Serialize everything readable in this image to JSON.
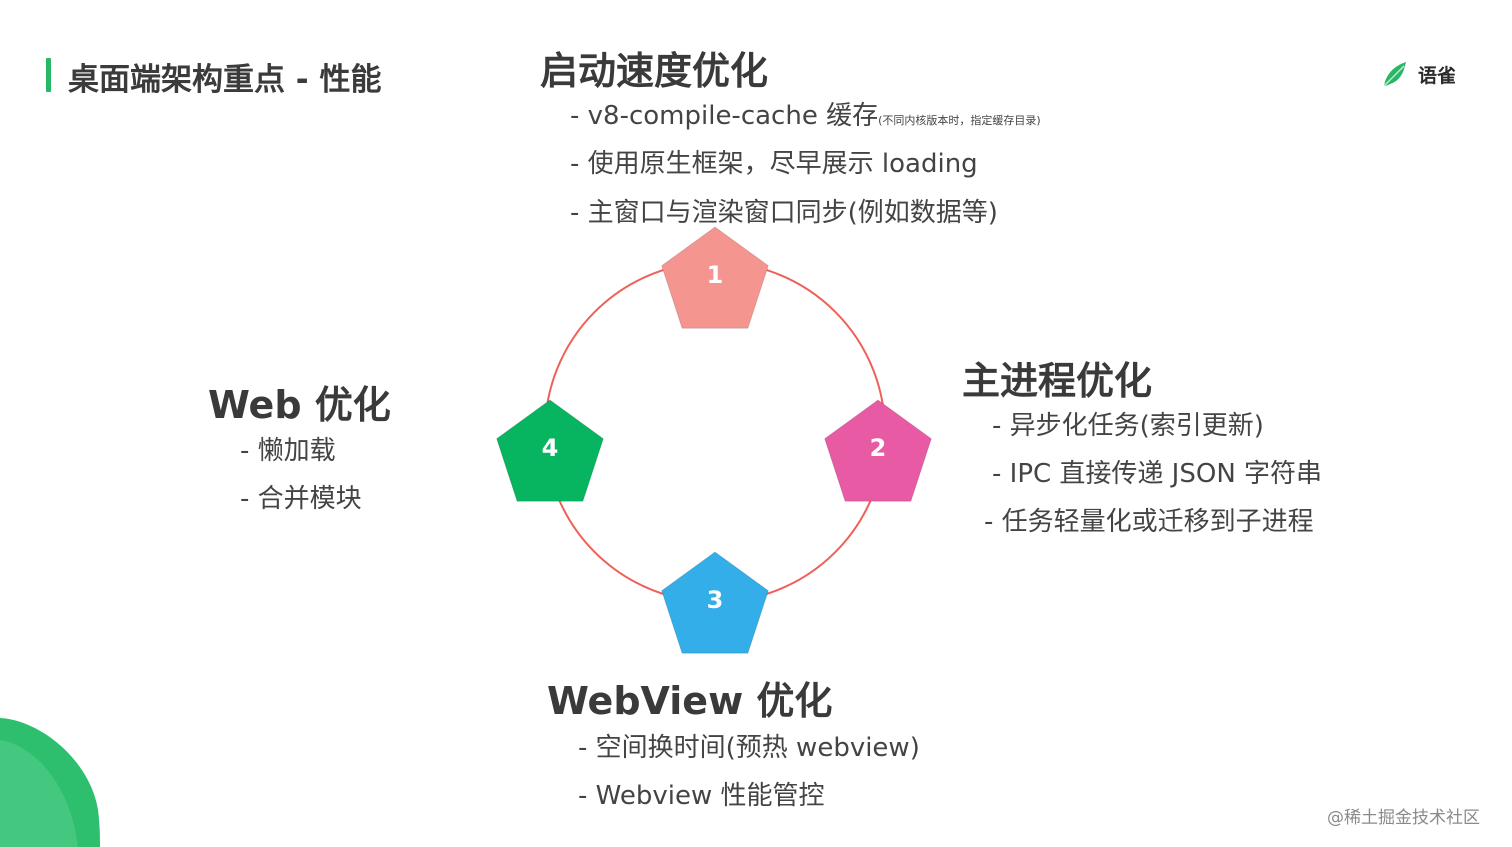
{
  "page_title": "桌面端架构重点 - 性能",
  "brand": {
    "name": "语雀",
    "logo_icon": "yuque-leaf-icon",
    "logo_color": "#27b766"
  },
  "sections": {
    "startup": {
      "heading": "启动速度优化",
      "items": [
        {
          "text": "- v8-compile-cache 缓存",
          "note": "(不同内核版本时，指定缓存目录)"
        },
        {
          "text": "- 使用原生框架，尽早展示 loading"
        },
        {
          "text": "- 主窗口与渲染窗口同步(例如数据等)"
        }
      ]
    },
    "main_process": {
      "heading": "主进程优化",
      "items": [
        {
          "text": "- 异步化任务(索引更新)"
        },
        {
          "text": "- IPC 直接传递 JSON 字符串"
        },
        {
          "text": "- 任务轻量化或迁移到子进程"
        }
      ]
    },
    "webview": {
      "heading": "WebView 优化",
      "items": [
        {
          "text": "- 空间换时间(预热 webview)"
        },
        {
          "text": "- Webview 性能管控"
        }
      ]
    },
    "web": {
      "heading": "Web 优化",
      "items": [
        {
          "text": "- 懒加载"
        },
        {
          "text": "- 合并模块"
        }
      ]
    }
  },
  "cycle": {
    "ring_color": "#f0605a",
    "nodes": [
      {
        "label": "1",
        "color": "#f4958f"
      },
      {
        "label": "2",
        "color": "#e95aa4"
      },
      {
        "label": "3",
        "color": "#33aee9"
      },
      {
        "label": "4",
        "color": "#07b460"
      }
    ]
  },
  "watermark": "@稀土掘金技术社区"
}
